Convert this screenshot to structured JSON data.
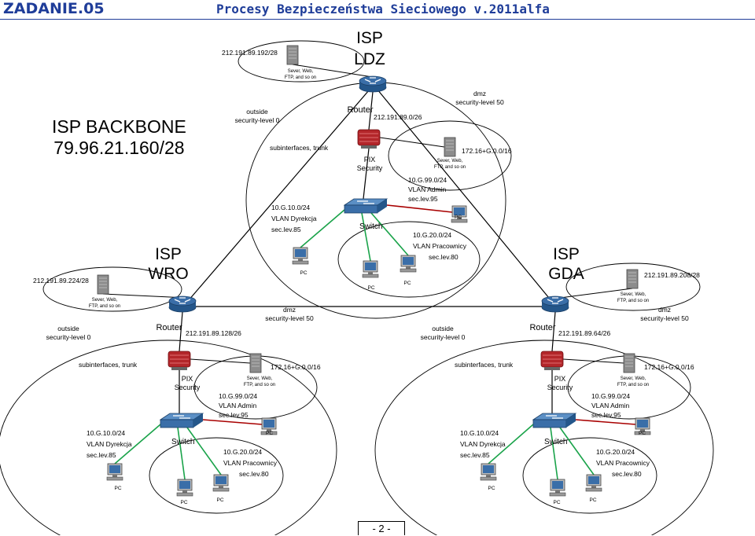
{
  "header": {
    "title": "ZADANIE.05",
    "subtitle": "Procesy Bezpieczeństwa Sieciowego v.2011alfa"
  },
  "footer": {
    "page": "- 2 -"
  },
  "backbone": {
    "label": "ISP BACKBONE",
    "network": "79.96.21.160/28"
  },
  "sites": [
    {
      "id": "ldz",
      "name_line1": "ISP",
      "name_line2": "LDZ",
      "server_net": "212.191.89.192/28",
      "server_label_1": "Sever, Web,",
      "server_label_2": "FTP, and so on",
      "router_label": "Router",
      "outside_net": "212.191.89.0/26",
      "outside_1": "outside",
      "outside_2": "security-level 0",
      "dmz_1": "dmz",
      "dmz_2": "security-level 50",
      "subif": "subinterfaces, trunk",
      "pix_1": "PIX",
      "pix_2": "Security",
      "dmz_net": "172.16+G.0.0/16",
      "dmz_server_1": "Sever, Web,",
      "dmz_server_2": "FTP, and so on",
      "switch_label": "Switch",
      "admin": {
        "net": "10.G.99.0/24",
        "vlan": "VLAN Admin",
        "sec": "sec.lev.95",
        "pc": "PC"
      },
      "dyrekcja": {
        "net": "10.G.10.0/24",
        "vlan": "VLAN Dyrekcja",
        "sec": "sec.lev.85",
        "pc": "PC"
      },
      "pracownicy": {
        "net": "10.G.20.0/24",
        "vlan": "VLAN Pracownicy",
        "sec": "sec.lev.80",
        "pc1": "PC",
        "pc2": "PC"
      }
    },
    {
      "id": "wro",
      "name_line1": "ISP",
      "name_line2": "WRO",
      "server_net": "212.191.89.224/28",
      "server_label_1": "Sever, Web,",
      "server_label_2": "FTP, and so on",
      "router_label": "Router",
      "outside_net": "212.191.89.128/26",
      "outside_1": "outside",
      "outside_2": "security-level 0",
      "dmz_1": "dmz",
      "dmz_2": "security-level 50",
      "subif": "subinterfaces, trunk",
      "pix_1": "PIX",
      "pix_2": "Security",
      "dmz_net": "172.16+G.0.0/16",
      "dmz_server_1": "Sever, Web,",
      "dmz_server_2": "FTP, and so on",
      "switch_label": "Switch",
      "admin": {
        "net": "10.G.99.0/24",
        "vlan": "VLAN Admin",
        "sec": "sec.lev.95",
        "pc": "PC"
      },
      "dyrekcja": {
        "net": "10.G.10.0/24",
        "vlan": "VLAN Dyrekcja",
        "sec": "sec.lev.85",
        "pc": "PC"
      },
      "pracownicy": {
        "net": "10.G.20.0/24",
        "vlan": "VLAN Pracownicy",
        "sec": "sec.lev.80",
        "pc1": "PC",
        "pc2": "PC"
      }
    },
    {
      "id": "gda",
      "name_line1": "ISP",
      "name_line2": "GDA",
      "server_net": "212.191.89.208/28",
      "server_label_1": "Sever, Web,",
      "server_label_2": "FTP, and so on",
      "router_label": "Router",
      "outside_net": "212.191.89.64/26",
      "outside_1": "outside",
      "outside_2": "security-level 0",
      "dmz_1": "dmz",
      "dmz_2": "security-level 50",
      "subif": "subinterfaces, trunk",
      "pix_1": "PIX",
      "pix_2": "Security",
      "dmz_net": "172.16+G.0.0/16",
      "dmz_server_1": "Sever, Web,",
      "dmz_server_2": "FTP, and so on",
      "switch_label": "Switch",
      "admin": {
        "net": "10.G.99.0/24",
        "vlan": "VLAN Admin",
        "sec": "sec.lev.95",
        "pc": "PC"
      },
      "dyrekcja": {
        "net": "10.G.10.0/24",
        "vlan": "VLAN Dyrekcja",
        "sec": "sec.lev.85",
        "pc": "PC"
      },
      "pracownicy": {
        "net": "10.G.20.0/24",
        "vlan": "VLAN Pracownicy",
        "sec": "sec.lev.80",
        "pc1": "PC",
        "pc2": "PC"
      }
    }
  ],
  "colors": {
    "header": "#1f3d99",
    "router": "#3a6ea8",
    "firewall": "#b3262a",
    "switch": "#3a6ea8",
    "dmz_link": "#a80000",
    "lan_link": "#1aa34a",
    "server": "#8c8c8c"
  }
}
